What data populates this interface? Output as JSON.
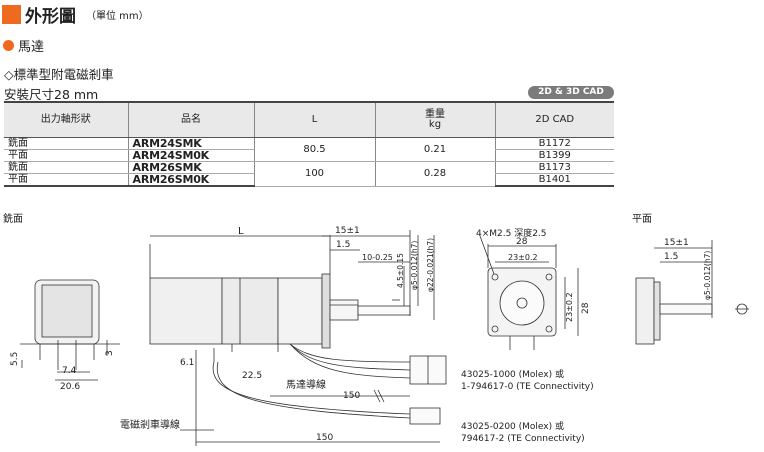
{
  "header": {
    "title": "外形圖",
    "unit": "（單位 mm）"
  },
  "section": {
    "title": "馬達"
  },
  "subtitle": "◇標準型附電磁剎車",
  "size": "安裝尺寸28 mm",
  "badge": "2D & 3D CAD",
  "table": {
    "headers": {
      "shaft": "出力軸形狀",
      "name": "品名",
      "L": "L",
      "weight_top": "重量",
      "weight_unit": "kg",
      "cad": "2D CAD"
    },
    "rows": [
      {
        "shaft": "銑面",
        "name": "ARM24SMK",
        "cad": "B1172"
      },
      {
        "shaft": "平面",
        "name": "ARM24SM0K",
        "cad": "B1399"
      },
      {
        "shaft": "銑面",
        "name": "ARM26SMK",
        "cad": "B1173"
      },
      {
        "shaft": "平面",
        "name": "ARM26SM0K",
        "cad": "B1401"
      }
    ],
    "groups": [
      {
        "L": "80.5",
        "weight": "0.21"
      },
      {
        "L": "100",
        "weight": "0.28"
      }
    ]
  },
  "drawing": {
    "label_milled": "銑面",
    "label_flat": "平面",
    "dims": {
      "L": "L",
      "d15": "15±1",
      "d1_5": "1.5",
      "d10": "10-0.25",
      "d4_5": "4.5±0.15",
      "shaft_dia": "φ5-0.012(h7)",
      "pilot_dia": "φ22-0.021(h7)",
      "holes": "4×M2.5 深度2.5",
      "d28": "28",
      "d23": "23±0.2",
      "d23v": "23±0.2",
      "d28v": "28",
      "d5_5": "5.5",
      "d3": "3",
      "d7_4": "7.4",
      "d20_6": "20.6",
      "d6_1": "6.1",
      "d22_5": "22.5",
      "d150a": "150",
      "d150b": "150",
      "flat_d15": "15±1",
      "flat_d1_5": "1.5",
      "flat_dia": "φ5-0.012(h7)"
    },
    "labels": {
      "motor_lead": "馬達導線",
      "brake_lead": "電磁剎車導線",
      "conn1_l1": "43025-1000 (Molex) 或",
      "conn1_l2": "1-794617-0 (TE Connectivity)",
      "conn2_l1": "43025-0200 (Molex) 或",
      "conn2_l2": "794617-2 (TE Connectivity)"
    }
  }
}
